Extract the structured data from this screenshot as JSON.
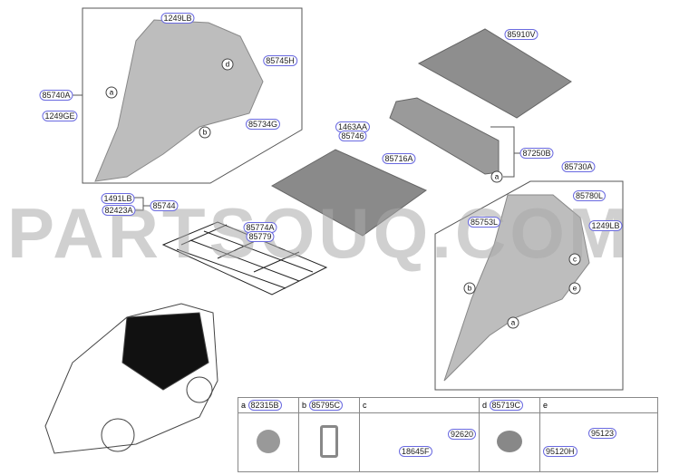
{
  "watermark": "PARTSOUQ.COM",
  "callouts": {
    "p1249lb_top": "1249LB",
    "p85745h": "85745H",
    "p85740a": "85740A",
    "p1249ge": "1249GE",
    "p85734g": "85734G",
    "p1491lb": "1491LB",
    "p82423a": "82423A",
    "p85744": "85744",
    "p85774a": "85774A",
    "p85779": "85779",
    "p85910v": "85910V",
    "p1463aa": "1463AA",
    "p85746": "85746",
    "p87250b": "87250B",
    "p85716a": "85716A",
    "p85730a": "85730A",
    "p85780l": "85780L",
    "p85753l": "85753L",
    "p1249lb_right": "1249LB"
  },
  "markers": {
    "a": "a",
    "b": "b",
    "c": "c",
    "d": "d",
    "e": "e"
  },
  "legend": [
    {
      "key": "a",
      "part": "82315B"
    },
    {
      "key": "b",
      "part": "85795C"
    },
    {
      "key": "c",
      "part": "",
      "subparts": [
        "92620",
        "18645F"
      ]
    },
    {
      "key": "d",
      "part": "85719C"
    },
    {
      "key": "e",
      "part": "",
      "subparts": [
        "95120H",
        "95123"
      ]
    }
  ]
}
